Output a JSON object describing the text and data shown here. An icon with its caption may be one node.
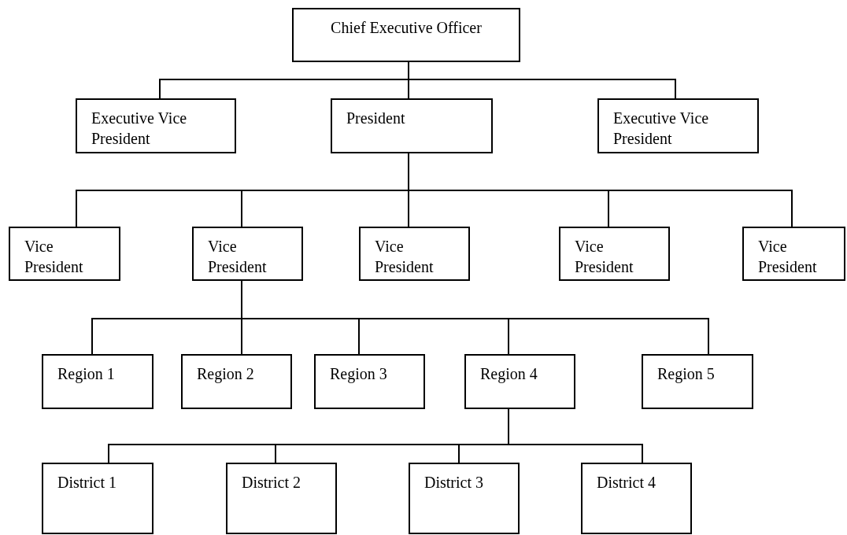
{
  "diagram": {
    "nodes": [
      {
        "text": [
          "Chief Executive Officer"
        ]
      },
      {
        "text": [
          "Executive Vice President"
        ]
      },
      {
        "text": [
          "President"
        ]
      },
      {
        "text": [
          "Executive Vice President"
        ]
      },
      {
        "text": [
          "Vice President"
        ]
      },
      {
        "text": [
          "Vice President"
        ]
      },
      {
        "text": [
          "Vice President"
        ]
      },
      {
        "text": [
          "Vice President"
        ]
      },
      {
        "text": [
          "Vice President"
        ]
      },
      {
        "text": [
          "Region 1"
        ]
      },
      {
        "text": [
          "Region 2"
        ]
      },
      {
        "text": [
          "Region 3"
        ]
      },
      {
        "text": [
          "Region 4"
        ]
      },
      {
        "text": [
          "Region 5"
        ]
      },
      {
        "text": [
          "District 1"
        ]
      },
      {
        "text": [
          "District 2"
        ]
      },
      {
        "text": [
          "District 3"
        ]
      },
      {
        "text": [
          "District 4"
        ]
      }
    ],
    "edges": [
      {
        "from": 0,
        "to": 1,
        "arrow": "none"
      },
      {
        "from": 0,
        "to": 2,
        "arrow": "none"
      },
      {
        "from": 0,
        "to": 3,
        "arrow": "none"
      },
      {
        "from": 2,
        "to": 4,
        "arrow": "none"
      },
      {
        "from": 2,
        "to": 5,
        "arrow": "none"
      },
      {
        "from": 2,
        "to": 6,
        "arrow": "none"
      },
      {
        "from": 2,
        "to": 7,
        "arrow": "none"
      },
      {
        "from": 2,
        "to": 8,
        "arrow": "none"
      },
      {
        "from": 5,
        "to": 9,
        "arrow": "none"
      },
      {
        "from": 5,
        "to": 10,
        "arrow": "none"
      },
      {
        "from": 5,
        "to": 11,
        "arrow": "none"
      },
      {
        "from": 5,
        "to": 12,
        "arrow": "none"
      },
      {
        "from": 5,
        "to": 13,
        "arrow": "none"
      },
      {
        "from": 12,
        "to": 14,
        "arrow": "none"
      },
      {
        "from": 12,
        "to": 15,
        "arrow": "none"
      },
      {
        "from": 12,
        "to": 16,
        "arrow": "none"
      },
      {
        "from": 12,
        "to": 17,
        "arrow": "none"
      }
    ]
  }
}
